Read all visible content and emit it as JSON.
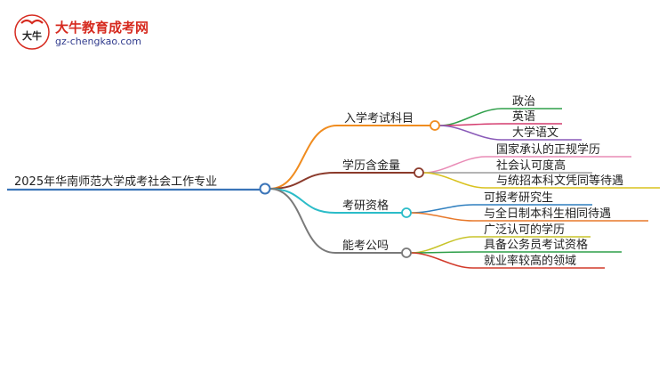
{
  "brand": {
    "name": "大牛教育成考网",
    "site": "gz-chengkao.com",
    "logo_glyph": "大牛",
    "logo_color": "#d62a1f",
    "site_color": "#2f3a8c"
  },
  "mindmap": {
    "root": "2025年华南师范大学成考社会工作专业",
    "root_color": "#3a74b8",
    "branches": [
      {
        "label": "入学考试科目",
        "color": "#f08c1f",
        "children": [
          {
            "label": "政治",
            "color": "#2e9f49"
          },
          {
            "label": "英语",
            "color": "#d43b6e"
          },
          {
            "label": "大学语文",
            "color": "#8a5ab8"
          }
        ]
      },
      {
        "label": "学历含金量",
        "color": "#8b3a2b",
        "children": [
          {
            "label": "国家承认的正规学历",
            "color": "#e98bb6"
          },
          {
            "label": "社会认可度高",
            "color": "#9c9c9c"
          },
          {
            "label": "与统招本科文凭同等待遇",
            "color": "#d9c21f"
          }
        ]
      },
      {
        "label": "考研资格",
        "color": "#2bbcc8",
        "children": [
          {
            "label": "可报考研究生",
            "color": "#2f7fbf"
          },
          {
            "label": "与全日制本科生相同待遇",
            "color": "#e7782a"
          }
        ]
      },
      {
        "label": "能考公吗",
        "color": "#7a7a7a",
        "children": [
          {
            "label": "广泛认可的学历",
            "color": "#c8c42a"
          },
          {
            "label": "具备公务员考试资格",
            "color": "#2e9f49"
          },
          {
            "label": "就业率较高的领域",
            "color": "#d23a2a"
          }
        ]
      }
    ]
  }
}
